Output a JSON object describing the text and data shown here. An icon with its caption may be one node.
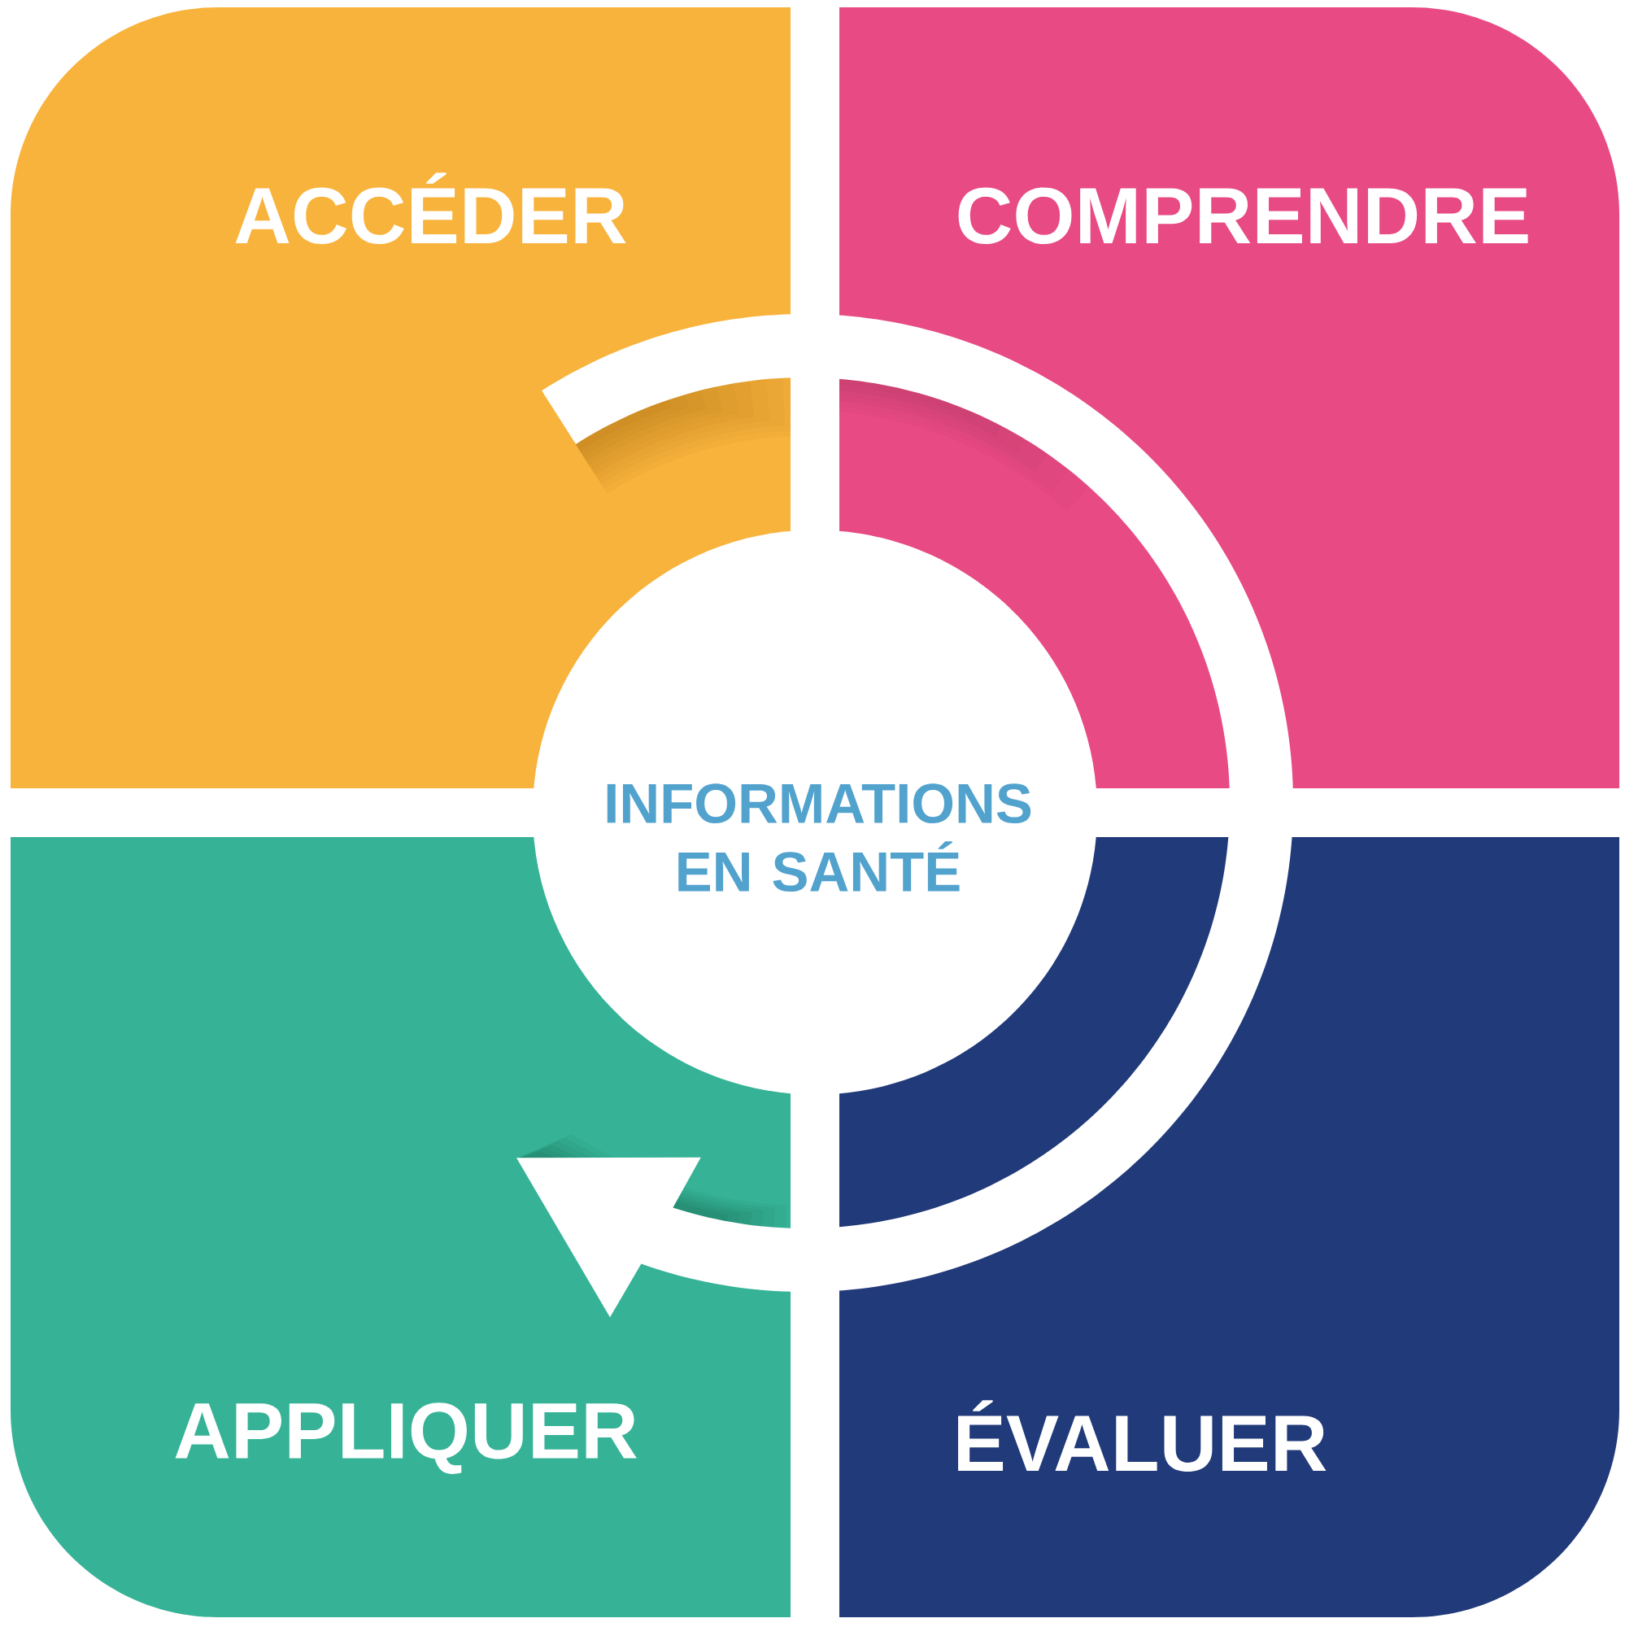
{
  "diagram": {
    "nodes": [
      {
        "text": [
          "ACCÉDER"
        ]
      },
      {
        "text": [
          "COMPRENDRE"
        ]
      },
      {
        "text": [
          "INFORMATIONS EN SANTÉ"
        ]
      },
      {
        "text": [
          "APPLIQUER"
        ]
      },
      {
        "text": [
          "ÉVALUER"
        ]
      }
    ]
  }
}
